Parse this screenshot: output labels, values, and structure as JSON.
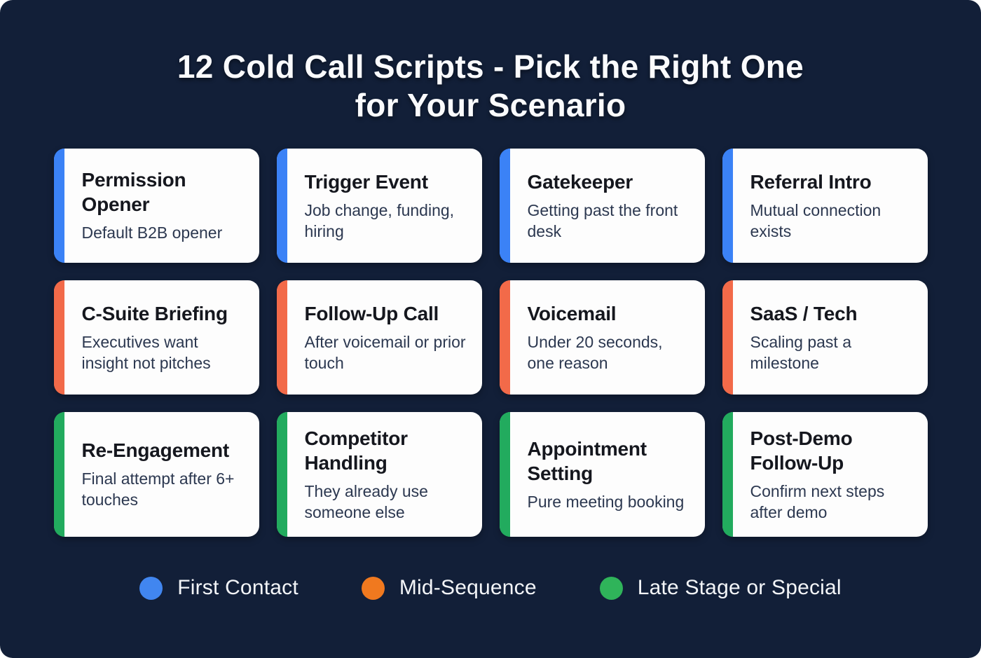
{
  "header": {
    "title_line1": "12 Cold Call Scripts - Pick the Right One",
    "title_line2": "for Your Scenario"
  },
  "colors": {
    "background": "#121F38",
    "card_background": "#FDFDFD",
    "first_contact_stripe": "#3B82F6",
    "mid_sequence_stripe": "#F26A49",
    "late_stage_stripe": "#22AB5E"
  },
  "cards": [
    {
      "title": "Permission Opener",
      "subtitle": "Default B2B opener",
      "category": "first_contact",
      "accent": "#3B82F6"
    },
    {
      "title": "Trigger Event",
      "subtitle": "Job change, funding, hiring",
      "category": "first_contact",
      "accent": "#3B82F6"
    },
    {
      "title": "Gatekeeper",
      "subtitle": "Getting past the front desk",
      "category": "first_contact",
      "accent": "#3B82F6"
    },
    {
      "title": "Referral Intro",
      "subtitle": "Mutual connection exists",
      "category": "first_contact",
      "accent": "#3B82F6"
    },
    {
      "title": "C-Suite Briefing",
      "subtitle": "Executives want insight not pitches",
      "category": "mid_sequence",
      "accent": "#F26A49"
    },
    {
      "title": "Follow-Up Call",
      "subtitle": "After voicemail or prior touch",
      "category": "mid_sequence",
      "accent": "#F26A49"
    },
    {
      "title": "Voicemail",
      "subtitle": "Under 20 seconds, one reason",
      "category": "mid_sequence",
      "accent": "#F26A49"
    },
    {
      "title": "SaaS / Tech",
      "subtitle": "Scaling past a milestone",
      "category": "mid_sequence",
      "accent": "#F26A49"
    },
    {
      "title": "Re-Engagement",
      "subtitle": "Final attempt after 6+ touches",
      "category": "late_stage_or_special",
      "accent": "#22AB5E"
    },
    {
      "title": "Competitor Handling",
      "subtitle": "They already use someone else",
      "category": "late_stage_or_special",
      "accent": "#22AB5E"
    },
    {
      "title": "Appointment Setting",
      "subtitle": "Pure meeting booking",
      "category": "late_stage_or_special",
      "accent": "#22AB5E"
    },
    {
      "title": "Post-Demo Follow-Up",
      "subtitle": "Confirm next steps after demo",
      "category": "late_stage_or_special",
      "accent": "#22AB5E"
    }
  ],
  "legend": [
    {
      "label": "First Contact",
      "color": "#4186F0"
    },
    {
      "label": "Mid-Sequence",
      "color": "#F0791F"
    },
    {
      "label": "Late Stage or Special",
      "color": "#2FB45A"
    }
  ]
}
